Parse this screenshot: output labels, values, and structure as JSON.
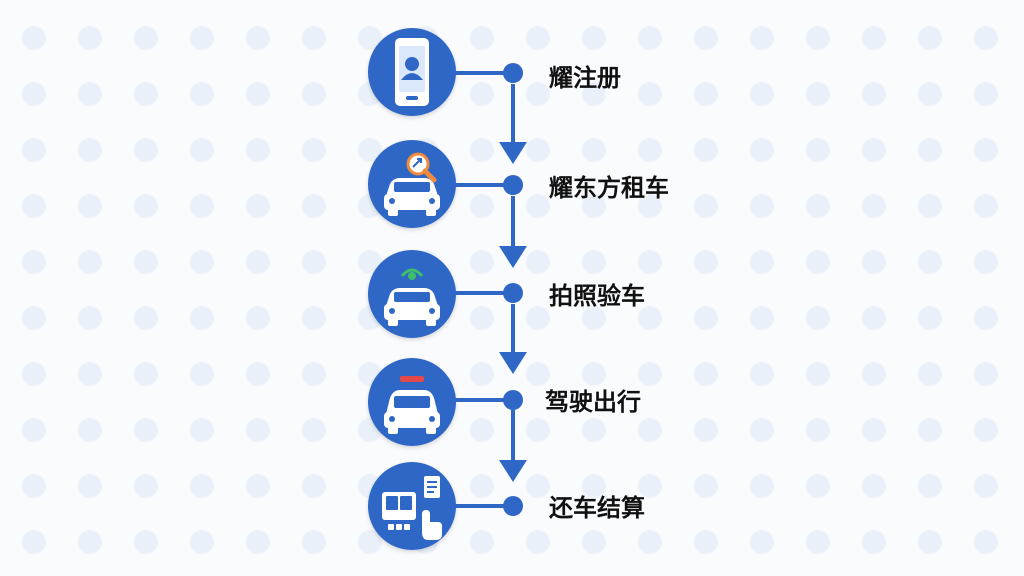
{
  "colors": {
    "accent": "#2f67c6",
    "label": "#111111",
    "background": "#fafbfd"
  },
  "steps": [
    {
      "label": "耀注册",
      "icon": "smartphone-icon"
    },
    {
      "label": "耀东方租车",
      "icon": "car-search-icon"
    },
    {
      "label": "拍照验车",
      "icon": "car-photo-icon"
    },
    {
      "label": "驾驶出行",
      "icon": "car-driving-icon"
    },
    {
      "label": "还车结算",
      "icon": "payment-terminal-icon"
    }
  ]
}
